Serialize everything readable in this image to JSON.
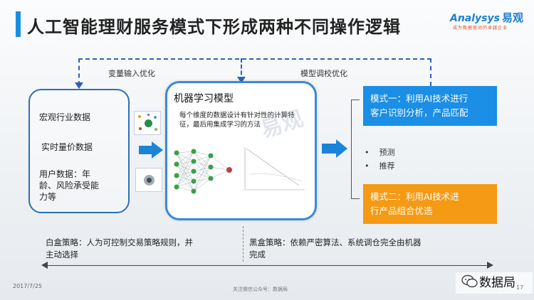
{
  "title": "人工智能理财服务模式下形成两种不同操作逻辑",
  "logo": {
    "name": "Analysys",
    "name_cn": "易观",
    "tagline": "成为数据驱动的卓越企业"
  },
  "feedback": {
    "left_label": "变量输入优化",
    "right_label": "模型调校优化"
  },
  "inputs": [
    "宏观行业数据",
    "实时量价数据",
    "用户数据：年",
    "龄、风险承受能",
    "力等"
  ],
  "ml_model": {
    "title": "机器学习模型",
    "desc": "每个维度的数据设计有针对性的计算特征，最后用集成学习的方法"
  },
  "watermark": "易观",
  "mode1": {
    "line1": "模式一：利用AI技术进行",
    "line2": "客户识别分析，产品匹配"
  },
  "mode2": {
    "line1": "模式二：利用AI技术进",
    "line2": "行产品组合优选"
  },
  "bullets": [
    "预测",
    "推荐"
  ],
  "strategies": {
    "white_box_1": "白盒策略：人为可控制交易策略规则，并",
    "white_box_2": "主动选择",
    "black_box_1": "黑盒策略：依赖严密算法、系统调仓完全由机器",
    "black_box_2": "完成"
  },
  "footer": {
    "date": "2017/7/25",
    "center": "关注微信公众号：数据局",
    "page": "17",
    "wechat": "数据局"
  },
  "colors": {
    "accent_blue": "#1b8ee6",
    "accent_orange": "#f49a15",
    "frame_blue": "#2d6fb6"
  }
}
